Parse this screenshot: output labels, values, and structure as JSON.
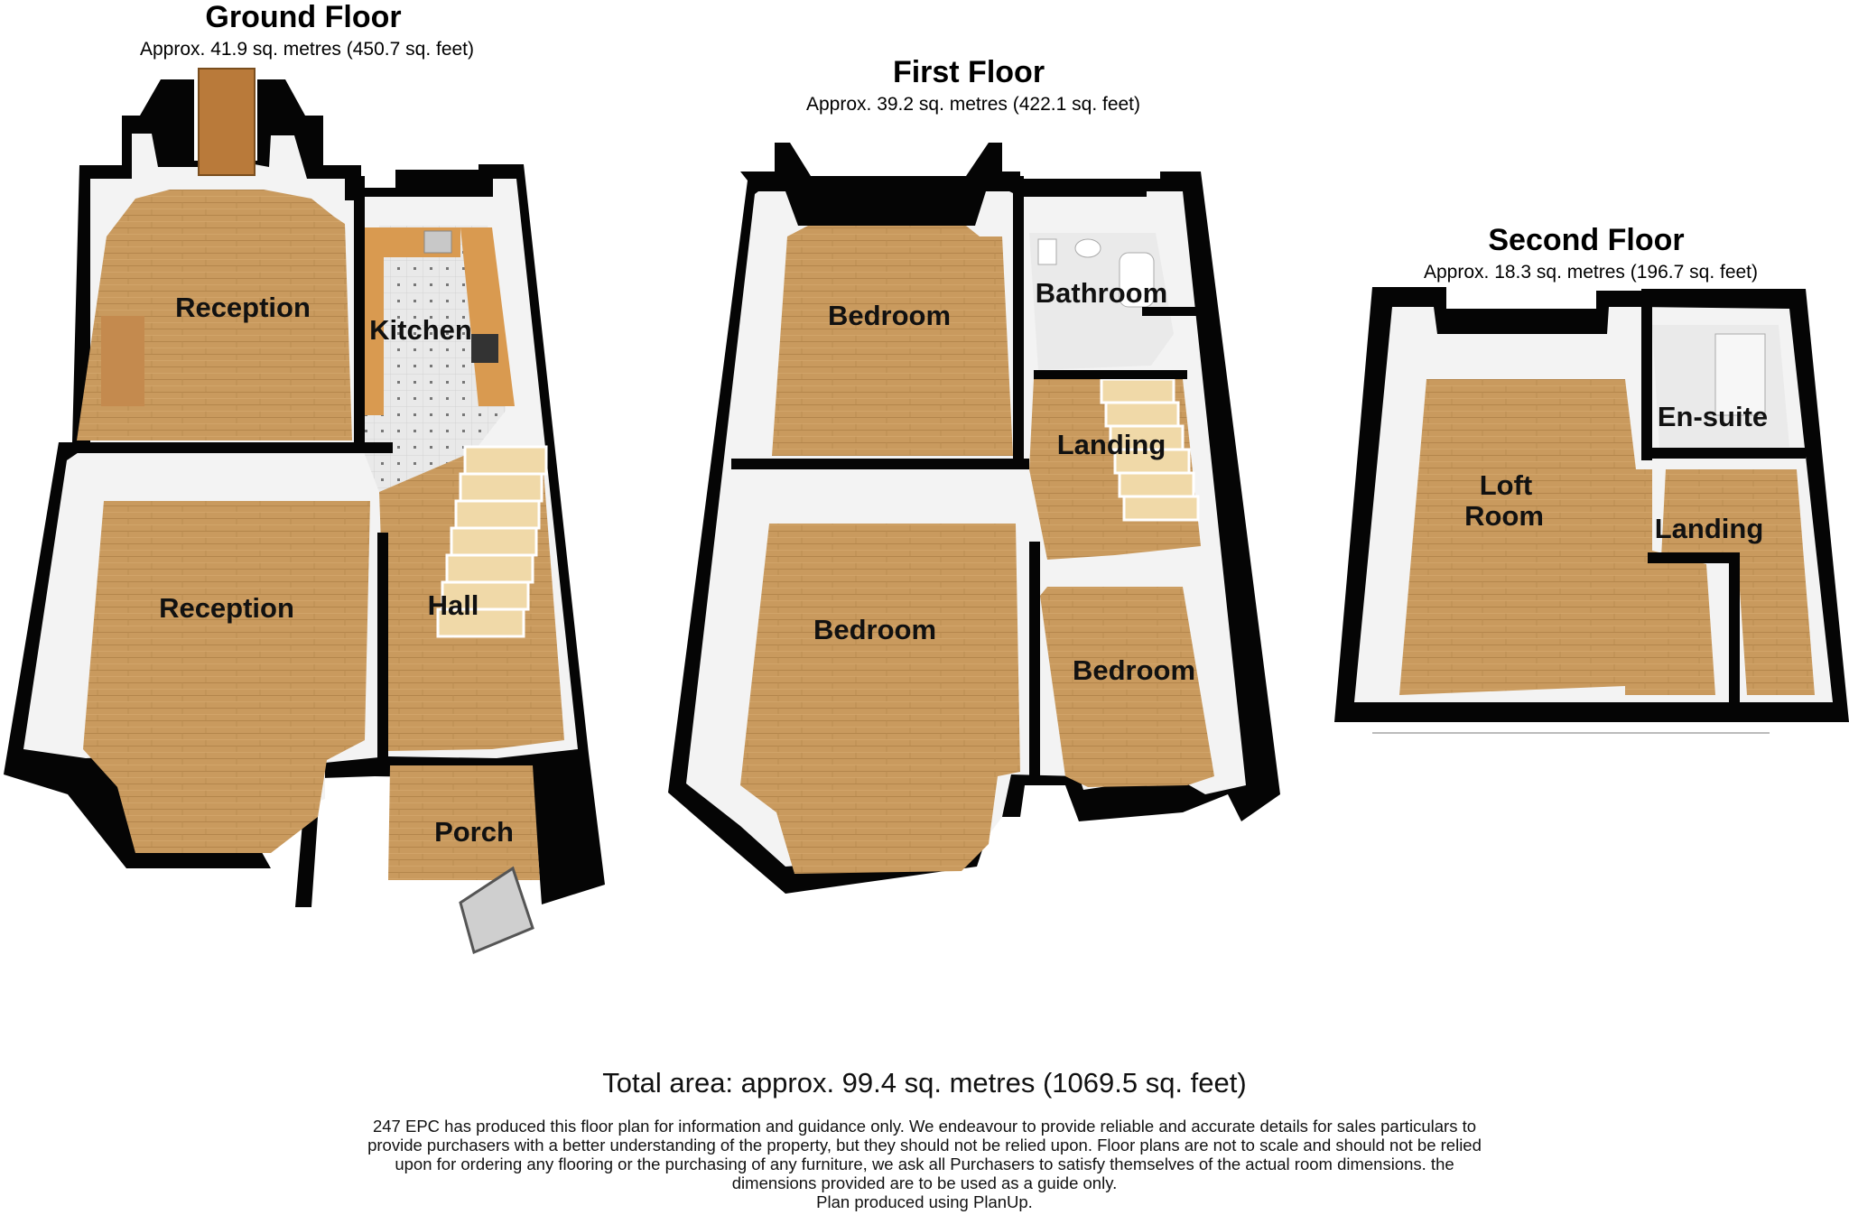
{
  "floors": [
    {
      "title": "Ground Floor",
      "area": "Approx. 41.9 sq. metres (450.7 sq. feet)",
      "rooms": [
        "Reception",
        "Kitchen",
        "Reception",
        "Hall",
        "Porch"
      ]
    },
    {
      "title": "First Floor",
      "area": "Approx. 39.2 sq. metres (422.1 sq. feet)",
      "rooms": [
        "Bedroom",
        "Bathroom",
        "Landing",
        "Bedroom",
        "Bedroom"
      ]
    },
    {
      "title": "Second Floor",
      "area": "Approx. 18.3 sq. metres (196.7 sq. feet)",
      "rooms": [
        "Loft",
        "Room",
        "En-suite",
        "Landing"
      ]
    }
  ],
  "total_area": "Total area: approx. 99.4 sq. metres (1069.5 sq. feet)",
  "disclaimer_lines": [
    "247 EPC has produced this floor plan for information and guidance only. We endeavour to provide reliable and accurate details for sales particulars to",
    "provide purchasers with a better understanding  of the property, but they should not be relied upon. Floor plans are not to scale and should not be relied",
    "upon for ordering any flooring or the purchasing of any furniture, we ask all Purchasers to satisfy themselves of the actual room dimensions. the",
    "dimensions provided are to be used as a guide only.",
    "Plan produced using PlanUp."
  ],
  "colors": {
    "wall": "#050505",
    "wood_floor": "#c99a5e",
    "inner_wall": "#f2f2f2",
    "tile_floor": "#e6e6e6",
    "worktop": "#d99a50",
    "window": "#d8eeee"
  }
}
